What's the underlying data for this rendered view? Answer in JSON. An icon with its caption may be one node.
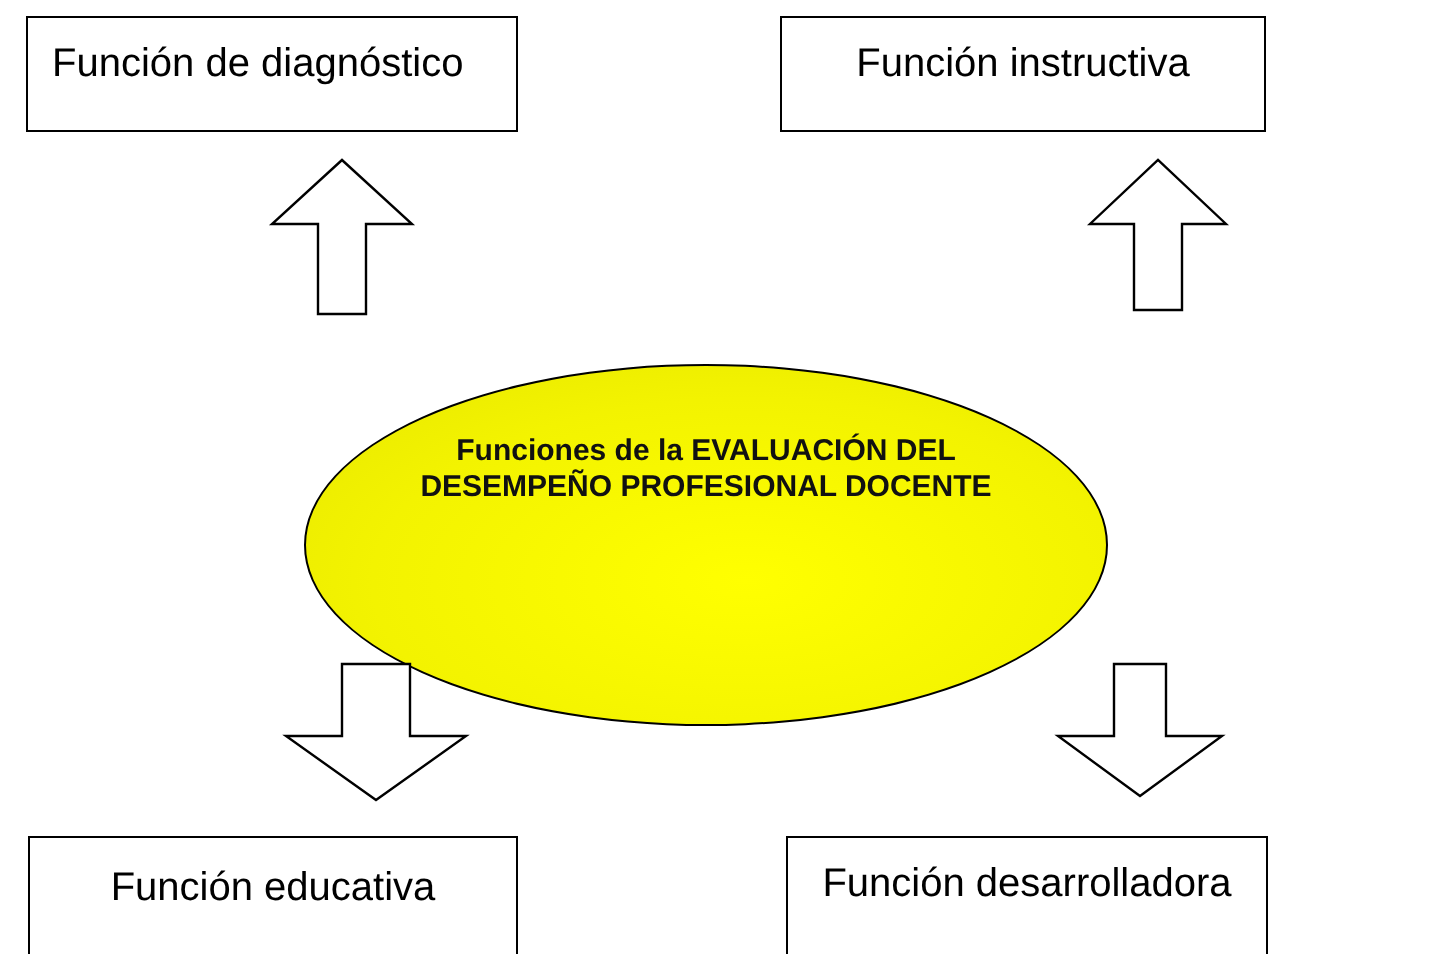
{
  "diagram": {
    "nodes": [
      {
        "text": [
          "Función de diagnóstico"
        ]
      },
      {
        "text": [
          "Función instructiva"
        ]
      },
      {
        "text": [
          "Funciones de la EVALUACIÓN DEL DESEMPEÑO PROFESIONAL DOCENTE"
        ]
      },
      {
        "text": [
          "Función educativa"
        ]
      },
      {
        "text": [
          "Función desarrolladora"
        ]
      }
    ],
    "edges": [
      {
        "from": 2,
        "to": 0,
        "arrow": "to"
      },
      {
        "from": 2,
        "to": 1,
        "arrow": "to"
      },
      {
        "from": 2,
        "to": 3,
        "arrow": "to"
      },
      {
        "from": 2,
        "to": 4,
        "arrow": "to"
      }
    ]
  }
}
